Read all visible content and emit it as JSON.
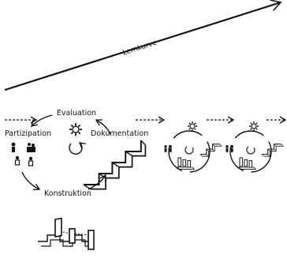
{
  "diagram": {
    "lernkurve_label": "Lernkurve",
    "phases": {
      "evaluation": "Evaluation",
      "partizipation": "Partizipation",
      "dokumentation": "Dokumentation",
      "konstruktion": "Konstruktion"
    },
    "colors": {
      "ink": "#111111",
      "background": "#ffffff"
    }
  }
}
